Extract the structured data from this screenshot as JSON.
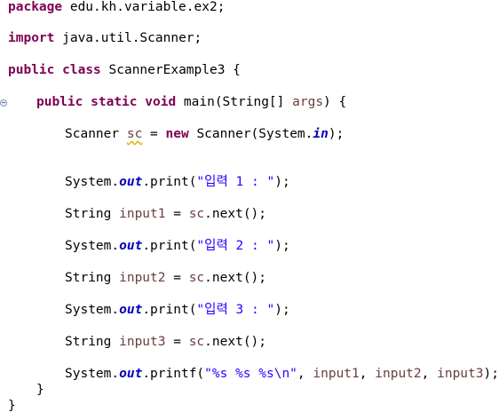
{
  "code": {
    "l1": {
      "kw": "package",
      "rest": " edu.kh.variable.ex2;"
    },
    "l2": {
      "kw": "import",
      "rest": " java.util.Scanner;"
    },
    "l3": {
      "kw1": "public",
      "kw2": "class",
      "rest": " ScannerExample3 {"
    },
    "l4": {
      "kw1": "public",
      "kw2": "static",
      "kw3": "void",
      "rest": " main(String[] ",
      "param": "args",
      "end": ") {"
    },
    "l5": {
      "t1": "Scanner ",
      "var": "sc",
      "t2": " = ",
      "kw": "new",
      "t3": " Scanner(System.",
      "field": "in",
      "t4": ");"
    },
    "l6": {
      "t1": "System.",
      "field": "out",
      "t2": ".print(",
      "str": "\"입력 1 : \"",
      "t3": ");"
    },
    "l7": {
      "t1": "String ",
      "var": "input1",
      "t2": " = ",
      "var2": "sc",
      "t3": ".next();"
    },
    "l8": {
      "t1": "System.",
      "field": "out",
      "t2": ".print(",
      "str": "\"입력 2 : \"",
      "t3": ");"
    },
    "l9": {
      "t1": "String ",
      "var": "input2",
      "t2": " = ",
      "var2": "sc",
      "t3": ".next();"
    },
    "l10": {
      "t1": "System.",
      "field": "out",
      "t2": ".print(",
      "str": "\"입력 3 : \"",
      "t3": ");"
    },
    "l11": {
      "t1": "String ",
      "var": "input3",
      "t2": " = ",
      "var2": "sc",
      "t3": ".next();"
    },
    "l12": {
      "t1": "System.",
      "field": "out",
      "t2": ".printf(",
      "str": "\"%s %s %s\\n\"",
      "t3": ", ",
      "v1": "input1",
      "t4": ", ",
      "v2": "input2",
      "t5": ", ",
      "v3": "input3",
      "t6": ");"
    },
    "l13": {
      "text": "}"
    },
    "l14": {
      "text": "}"
    }
  }
}
